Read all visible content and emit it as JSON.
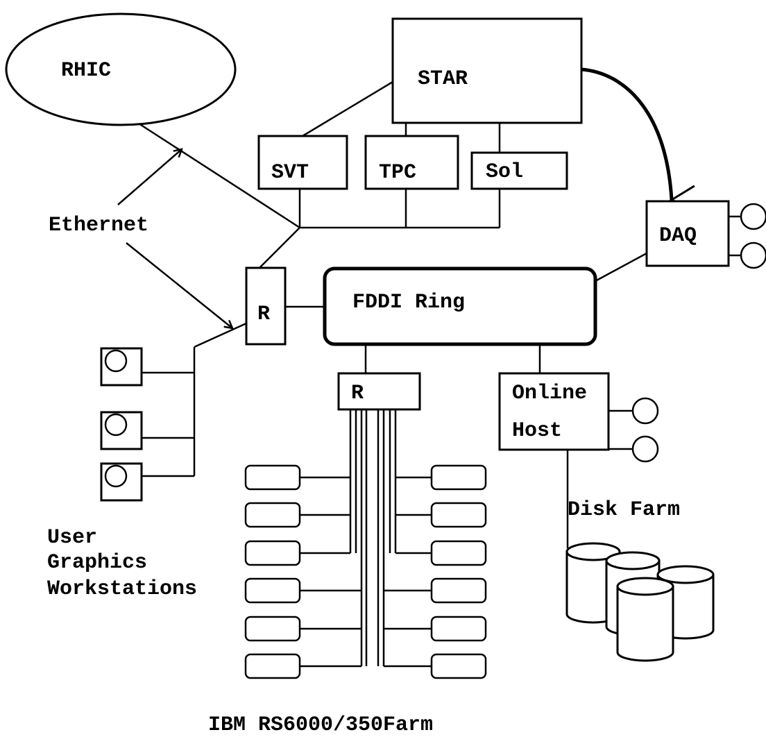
{
  "nodes": {
    "rhic": "RHIC",
    "star": "STAR",
    "svt": "SVT",
    "tpc": "TPC",
    "sol": "Sol",
    "daq": "DAQ",
    "router_top": "R",
    "fddi": "FDDI Ring",
    "router_bottom": "R",
    "online_host_line1": "Online",
    "online_host_line2": "Host"
  },
  "labels": {
    "ethernet": "Ethernet",
    "workstations_line1": "User",
    "workstations_line2": "Graphics",
    "workstations_line3": "Workstations",
    "disk_farm": "Disk Farm",
    "ibm_farm": "IBM RS6000/350Farm"
  },
  "counts": {
    "farm_nodes_per_column": 6,
    "user_workstations": 3,
    "disks": 4
  },
  "colors": {
    "stroke": "#000000",
    "background": "#ffffff"
  }
}
